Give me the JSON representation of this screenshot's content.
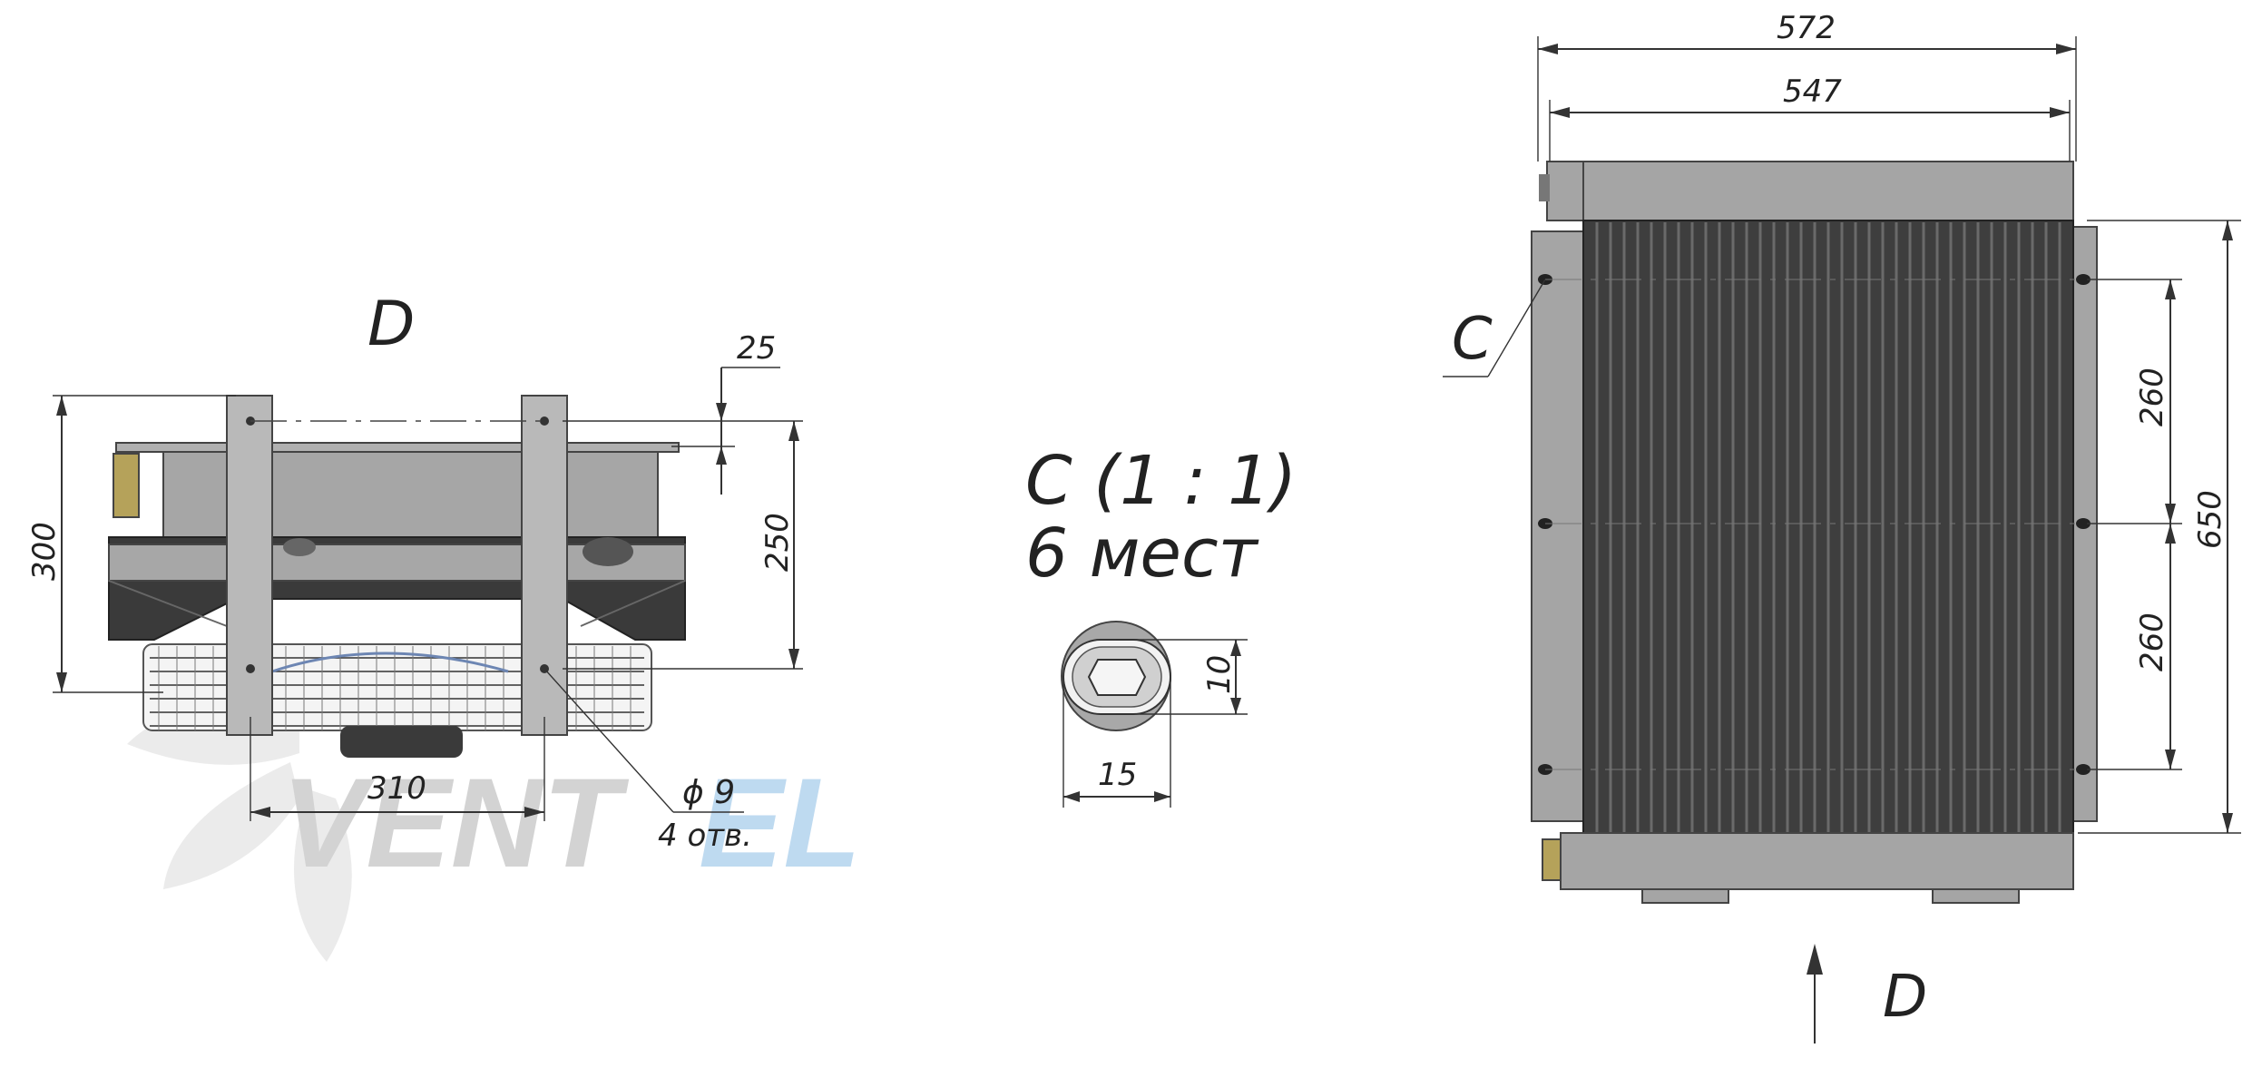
{
  "watermark": {
    "part1": "VENT",
    "part2": "EL",
    "color1": "#cfcfcf",
    "color2": "#b8d6ef"
  },
  "front_view": {
    "view_label": "D",
    "dim_overall_height": "300",
    "dim_mount_height": "250",
    "dim_offset": "25",
    "dim_hole_spacing": "310",
    "hole_diameter": "ϕ 9",
    "hole_count": "4 отв."
  },
  "detail": {
    "title": "C (1 : 1)",
    "subtitle": "6 мест",
    "dim_height": "10",
    "dim_width": "15"
  },
  "top_view": {
    "dim_overall_width": "572",
    "dim_inner_width": "547",
    "dim_pitch_1": "260",
    "dim_pitch_2": "260",
    "dim_overall_height": "650",
    "callout_label": "C",
    "view_arrow_label": "D"
  },
  "colors": {
    "body": "#a4a4a4",
    "dark": "#3c3c3c",
    "fins": "#4a4a4a",
    "line": "#333333"
  }
}
